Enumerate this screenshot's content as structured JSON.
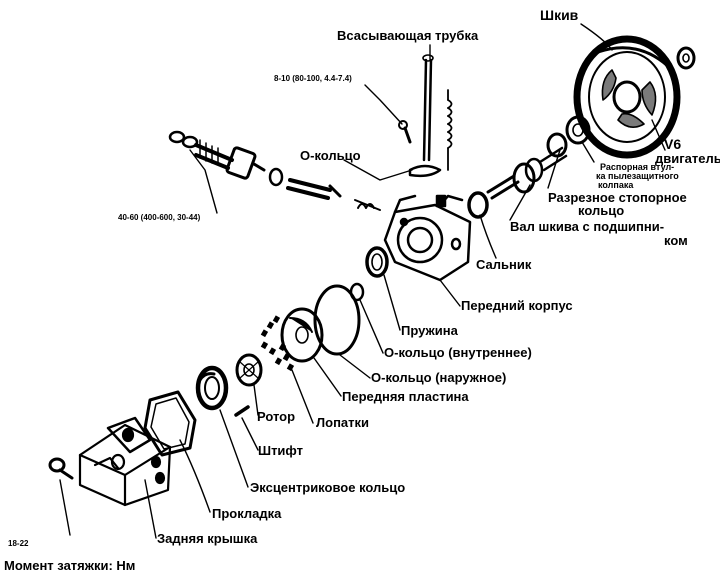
{
  "labels": {
    "pulley": "Шкив",
    "suction_tube": "Всасывающая трубка",
    "torque_top": "8-10 (80-100, 4.4-7.4)",
    "o_ring_top": "О-кольцо",
    "torque_left": "40-60 (400-600, 30-44)",
    "v6_line1": "V6",
    "v6_line2": "двигатель",
    "spacer_line1": "Распорная втул-",
    "spacer_line2": "ка пылезащитного",
    "spacer_line3": "колпака",
    "snap_ring_line1": "Разрезное стопорное",
    "snap_ring_line2": "кольцо",
    "shaft_line1": "Вал шкива с подшипни-",
    "shaft_line2": "ком",
    "oil_seal": "Сальник",
    "front_housing": "Передний корпус",
    "spring": "Пружина",
    "o_ring_inner": "О-кольцо (внутреннее)",
    "o_ring_outer": "О-кольцо (наружное)",
    "front_plate": "Передняя пластина",
    "rotor": "Ротор",
    "vanes": "Лопатки",
    "pin": "Штифт",
    "cam_ring": "Эксцентриковое кольцо",
    "gasket": "Прокладка",
    "rear_cover": "Задняя крышка",
    "torque_bottom": "18-22",
    "torque_units": "Момент затяжки: Нм"
  },
  "colors": {
    "ink": "#000000",
    "paper": "#ffffff",
    "shade": "#7a7a7a"
  }
}
